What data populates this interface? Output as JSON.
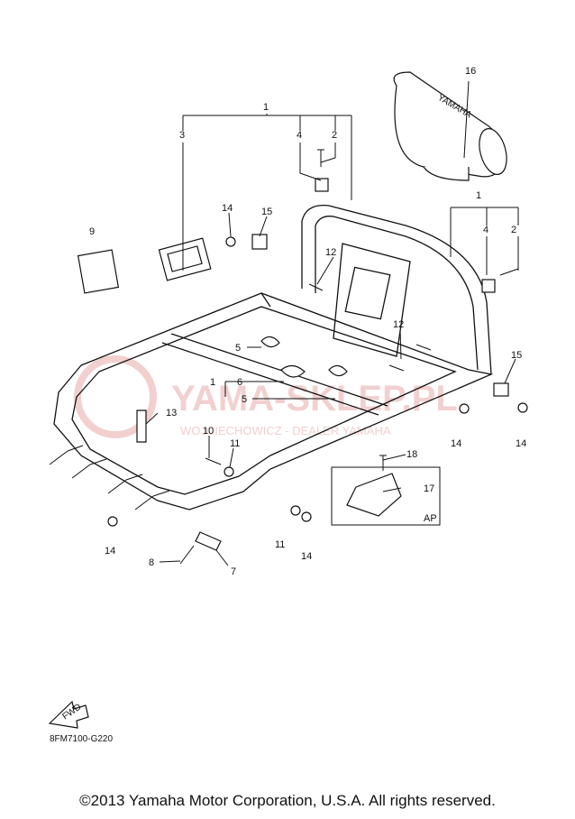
{
  "diagram_code": "8FM7100-G220",
  "footer": "©2013 Yamaha Motor Corporation, U.S.A. All rights reserved.",
  "watermark": {
    "main": "YAMA-SKLEP.PL",
    "sub": "WOJCIECHOWICZ - DEALER YAMAHA"
  },
  "cover_text": "YAMAHA",
  "fwd_label": "FWD",
  "inset_label": "AP",
  "callouts": {
    "c1_top": "1",
    "c2_top": "2",
    "c3": "3",
    "c4_top": "4",
    "c9": "9",
    "c14_a": "14",
    "c15_a": "15",
    "c16": "16",
    "c1_right": "1",
    "c4_right": "4",
    "c2_right": "2",
    "c12_a": "12",
    "c12_b": "12",
    "c5_a": "5",
    "c1_mid": "1",
    "c6": "6",
    "c5_b": "5",
    "c15_b": "15",
    "c13": "13",
    "c10": "10",
    "c11_a": "11",
    "c14_b": "14",
    "c14_c": "14",
    "c18": "18",
    "c17": "17",
    "c14_d": "14",
    "c8": "8",
    "c7": "7",
    "c11_b": "11",
    "c14_e": "14"
  }
}
